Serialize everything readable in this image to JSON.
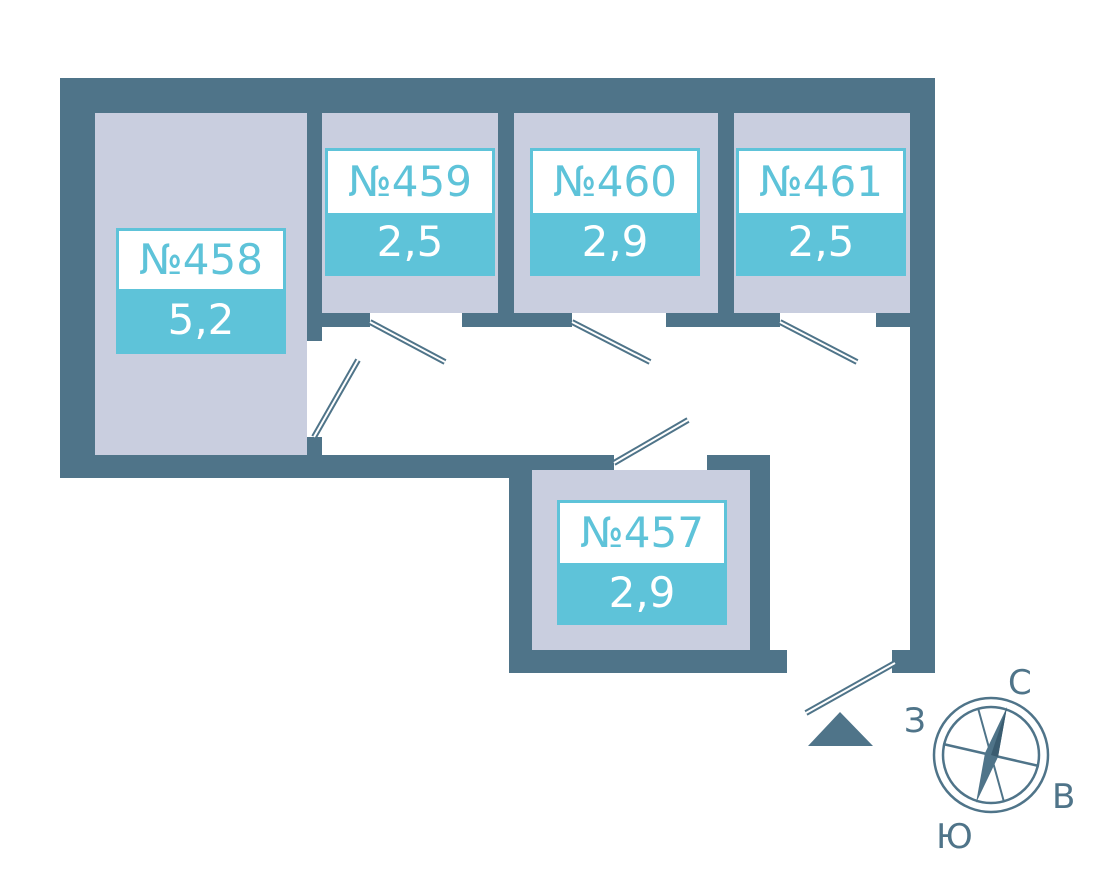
{
  "colors": {
    "wall": "#4f7489",
    "room": "#c9cedf",
    "label": "#5ec3d9",
    "background": "#ffffff"
  },
  "rooms": [
    {
      "number": "№458",
      "area": "5,2"
    },
    {
      "number": "№459",
      "area": "2,5"
    },
    {
      "number": "№460",
      "area": "2,9"
    },
    {
      "number": "№461",
      "area": "2,5"
    },
    {
      "number": "№457",
      "area": "2,9"
    }
  ],
  "compass": {
    "north": "С",
    "south": "Ю",
    "east": "В",
    "west": "З"
  },
  "entrance": {
    "icon": "triangle-up-icon"
  }
}
